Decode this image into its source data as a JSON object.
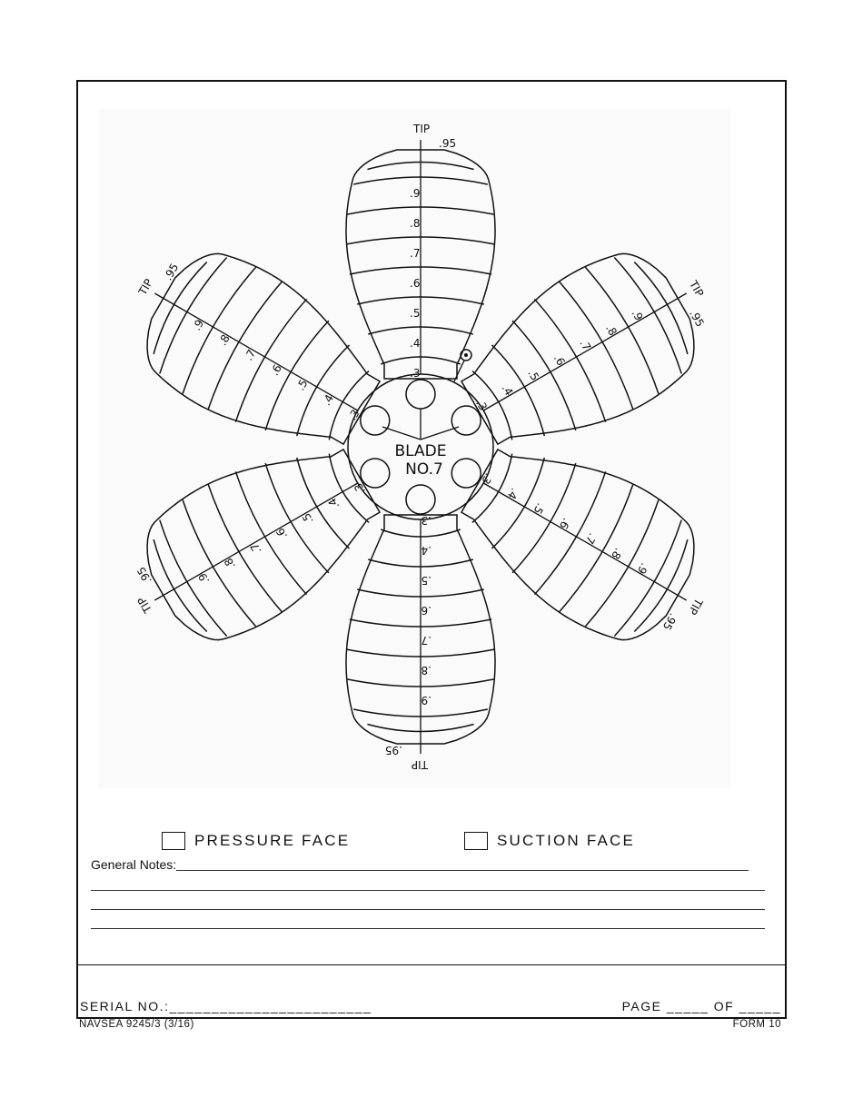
{
  "drawing": {
    "hub_label_line1": "BLADE",
    "hub_label_line2": "NO.7",
    "tip_label": "TIP",
    "tip_radius": ".95",
    "radius_labels": [
      ".3",
      ".4",
      ".5",
      ".6",
      ".7",
      ".8",
      ".9"
    ],
    "blade_count": 6
  },
  "faces": {
    "pressure_label": "PRESSURE FACE",
    "suction_label": "SUCTION FACE"
  },
  "notes": {
    "label": "General Notes:",
    "first_line_blank": "___________________________________________________________________________________________"
  },
  "footer": {
    "serial_label": "SERIAL NO.:",
    "serial_blank": "________________________",
    "page_label": "PAGE",
    "page_blank": "_____",
    "of_label": "OF",
    "of_blank": "_____",
    "form_id": "NAVSEA 9245/3 (3/16)",
    "form_number": "FORM 10"
  }
}
